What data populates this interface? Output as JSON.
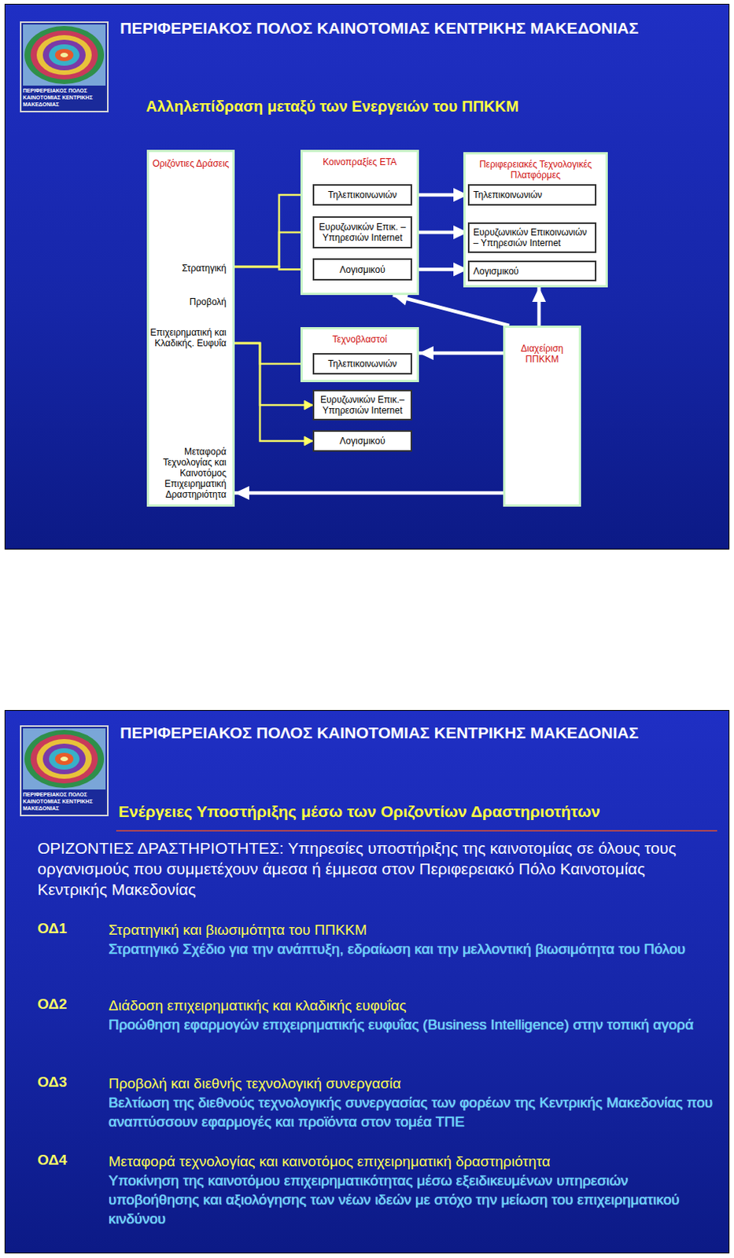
{
  "diagram": {
    "title": "Αλληλεπίδραση μεταξύ των Ενεργειών του ΠΠΚΚΜ",
    "nodes": [
      {
        "text": [
          "Οριζόντιες Δράσεις",
          "Στρατηγική",
          "Προβολή",
          "Επιχειρηματική και Κλαδικής. Ευφυΐα",
          "Μεταφορά Τεχνολογίας και Καινοτόμος Επιχειρηματική Δραστηριότητα"
        ]
      },
      {
        "text": [
          "Κοινοπραξίες ΕΤΑ"
        ]
      },
      {
        "text": [
          "Τηλεπικοινωνιών"
        ],
        "in": 1
      },
      {
        "text": [
          "Ευρυζωνικών Επικ. – Υπηρεσιών Internet"
        ],
        "in": 1
      },
      {
        "text": [
          "Λογισμικού"
        ],
        "in": 1
      },
      {
        "text": [
          "Περιφερειακές Τεχνολογικές Πλατφόρμες"
        ]
      },
      {
        "text": [
          "Τηλεπικοινωνιών"
        ],
        "in": 5
      },
      {
        "text": [
          "Ευρυζωνικών Επικοινωνιών – Υπηρεσιών Internet"
        ],
        "in": 5
      },
      {
        "text": [
          "Λογισμικού"
        ],
        "in": 5
      },
      {
        "text": [
          "Τεχνοβλαστοί"
        ]
      },
      {
        "text": [
          "Τηλεπικοινωνιών"
        ],
        "in": 9
      },
      {
        "text": [
          "Ευρυζωνικών Επικ.– Υπηρεσιών Internet"
        ]
      },
      {
        "text": [
          "Λογισμικού"
        ]
      },
      {
        "text": [
          "Διαχείριση ΠΠΚΚΜ"
        ]
      }
    ],
    "edges": [
      {
        "from": 0,
        "to": 2,
        "arrow": "to"
      },
      {
        "from": 0,
        "to": 3,
        "arrow": "to"
      },
      {
        "from": 0,
        "to": 4,
        "arrow": "to"
      },
      {
        "from": 0,
        "to": 10,
        "arrow": "to"
      },
      {
        "from": 0,
        "to": 11,
        "arrow": "to"
      },
      {
        "from": 0,
        "to": 12,
        "arrow": "to"
      },
      {
        "from": 2,
        "to": 6,
        "arrow": "to"
      },
      {
        "from": 3,
        "to": 7,
        "arrow": "to"
      },
      {
        "from": 4,
        "to": 8,
        "arrow": "to"
      },
      {
        "from": 13,
        "to": 1,
        "arrow": "to"
      },
      {
        "from": 13,
        "to": 5,
        "arrow": "to"
      },
      {
        "from": 13,
        "to": 9,
        "arrow": "to"
      },
      {
        "from": 13,
        "to": 0,
        "arrow": "to"
      }
    ],
    "labels": [
      "ΠΕΡΙΦΕΡΕΙΑΚΟΣ ΠΟΛΟΣ ΚΑΙΝΟΤΟΜΙΑΣ ΚΕΝΤΡΙΚΗΣ ΜΑΚΕΔΟΝΙΑΣ",
      "ΠΕΡΙΦΕΡΕΙΑΚΟΣ ΠΟΛΟΣ ΚΑΙΝΟΤΟΜΙΑΣ ΚΕΝΤΡΙΚΗΣ ΜΑΚΕΔΟΝΙΑΣ",
      "ΠΕΡΙΦΕΡΕΙΑΚΟΣ ΠΟΛΟΣ ΚΑΙΝΟΤΟΜΙΑΣ ΚΕΝΤΡΙΚΗΣ ΜΑΚΕΔΟΝΙΑΣ",
      "ΠΕΡΙΦΕΡΕΙΑΚΟΣ ΠΟΛΟΣ ΚΑΙΝΟΤΟΜΙΑΣ ΚΕΝΤΡΙΚΗΣ ΜΑΚΕΔΟΝΙΑΣ",
      "Ενέργειες Υποστήριξης μέσω των Οριζοντίων Δραστηριοτήτων",
      "ΟΡΙΖΟΝΤΙΕΣ ΔΡΑΣΤΗΡΙΟΤΗΤΕΣ: Υπηρεσίες υποστήριξης της καινοτομίας σε όλους τους οργανισμούς που συμμετέχουν άμεσα ή έμμεσα στον Περιφερειακό Πόλο Καινοτομίας Κεντρικής Μακεδονίας",
      "ΟΔ1",
      "Στρατηγική και βιωσιμότητα του ΠΠΚΚΜ",
      "Στρατηγικό Σχέδιο για την ανάπτυξη, εδραίωση και την μελλοντική βιωσιμότητα του Πόλου",
      "ΟΔ2",
      "Διάδοση επιχειρηματικής και κλαδικής ευφυΐας",
      "Προώθηση εφαρμογών επιχειρηματικής ευφυΐας (Business Intelligence) στην τοπική αγορά",
      "ΟΔ3",
      "Προβολή και διεθνής τεχνολογική συνεργασία",
      "Βελτίωση της διεθνούς τεχνολογικής συνεργασίας των φορέων της Κεντρικής Μακεδονίας που αναπτύσσουν εφαρμογές και προϊόντα στον τομέα ΤΠΕ",
      "ΟΔ4",
      "Μεταφορά τεχνολογίας και καινοτόμος επιχειρηματική δραστηριότητα",
      "Υποκίνηση της καινοτόμου επιχειρηματικότητας μέσω εξειδικευμένων υπηρεσιών υποβοήθησης και αξιολόγησης των νέων ιδεών με στόχο την μείωση του επιχειρηματικού κινδύνου"
    ]
  }
}
